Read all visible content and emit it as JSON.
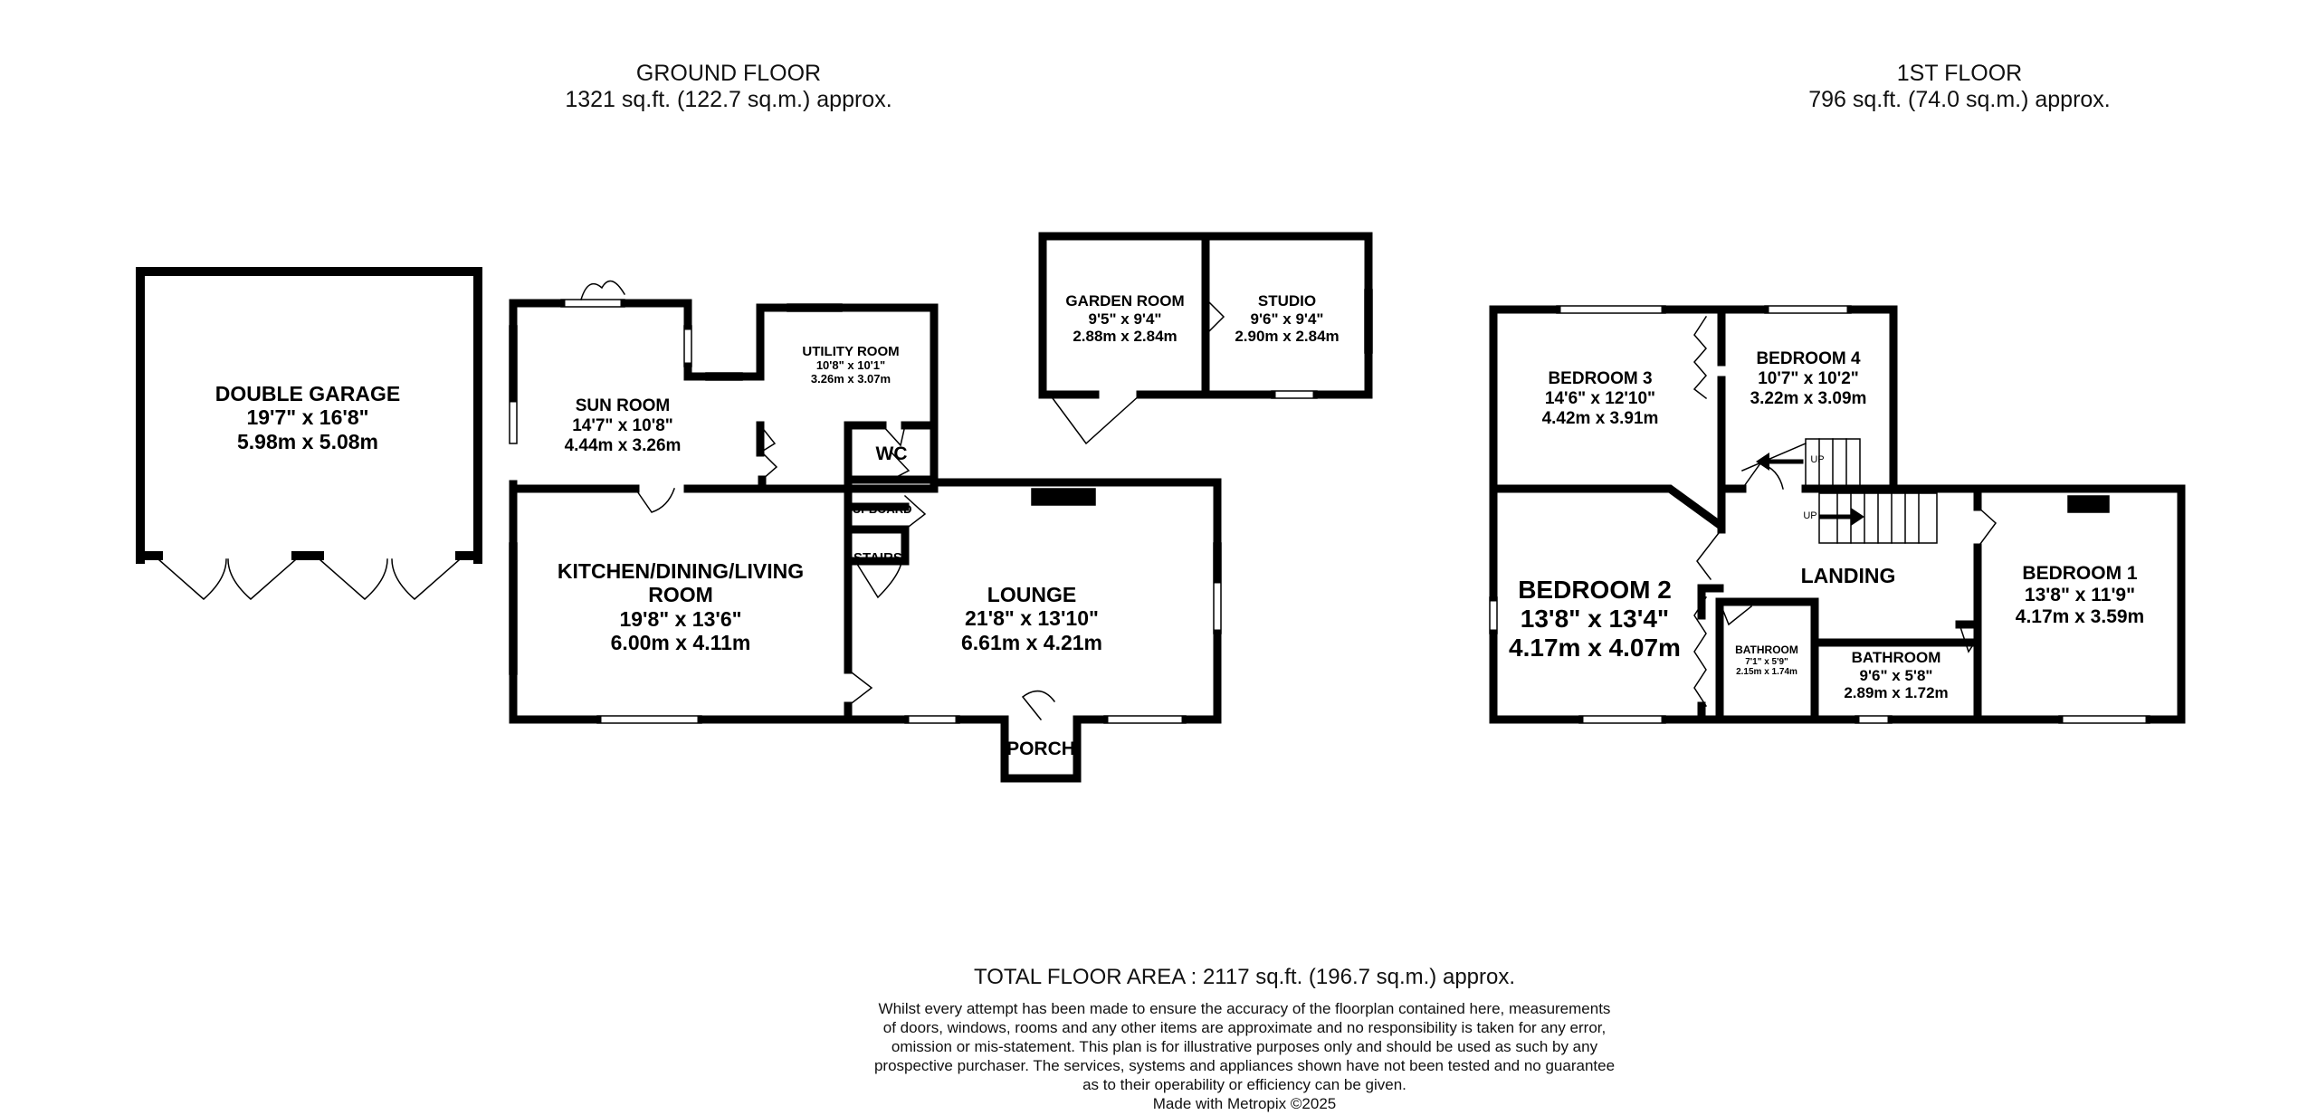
{
  "ground_floor": {
    "title": "GROUND FLOOR",
    "area": "1321 sq.ft. (122.7 sq.m.) approx.",
    "rooms": [
      {
        "id": "double-garage",
        "name": "DOUBLE GARAGE",
        "imperial": "19'7\"  x 16'8\"",
        "metric": "5.98m  x 5.08m"
      },
      {
        "id": "sun-room",
        "name": "SUN ROOM",
        "imperial": "14'7\"  x 10'8\"",
        "metric": "4.44m  x 3.26m"
      },
      {
        "id": "utility-room",
        "name": "UTILITY ROOM",
        "imperial": "10'8\"  x 10'1\"",
        "metric": "3.26m  x 3.07m"
      },
      {
        "id": "wc",
        "name": "WC"
      },
      {
        "id": "cupboard",
        "name": "CUPBOARD"
      },
      {
        "id": "stairs",
        "name": "STAIRS"
      },
      {
        "id": "garden-room",
        "name": "GARDEN ROOM",
        "imperial": "9'5\"  x 9'4\"",
        "metric": "2.88m  x 2.84m"
      },
      {
        "id": "studio",
        "name": "STUDIO",
        "imperial": "9'6\"  x 9'4\"",
        "metric": "2.90m  x 2.84m"
      },
      {
        "id": "kitchen-dining-living",
        "name_line1": "KITCHEN/DINING/LIVING",
        "name_line2": "ROOM",
        "imperial": "19'8\"  x 13'6\"",
        "metric": "6.00m  x 4.11m"
      },
      {
        "id": "lounge",
        "name": "LOUNGE",
        "imperial": "21'8\"  x 13'10\"",
        "metric": "6.61m  x 4.21m"
      },
      {
        "id": "porch",
        "name": "PORCH"
      }
    ]
  },
  "first_floor": {
    "title": "1ST FLOOR",
    "area": "796 sq.ft. (74.0 sq.m.) approx.",
    "rooms": [
      {
        "id": "bedroom-3",
        "name": "BEDROOM 3",
        "imperial": "14'6\"  x 12'10\"",
        "metric": "4.42m  x 3.91m"
      },
      {
        "id": "bedroom-4",
        "name": "BEDROOM 4",
        "imperial": "10'7\"  x 10'2\"",
        "metric": "3.22m  x 3.09m"
      },
      {
        "id": "bedroom-2",
        "name": "BEDROOM 2",
        "imperial": "13'8\"  x 13'4\"",
        "metric": "4.17m  x 4.07m"
      },
      {
        "id": "landing",
        "name": "LANDING"
      },
      {
        "id": "bedroom-1",
        "name": "BEDROOM 1",
        "imperial": "13'8\"  x 11'9\"",
        "metric": "4.17m  x 3.59m"
      },
      {
        "id": "bathroom-small",
        "name": "BATHROOM",
        "imperial": "7'1\"  x 5'9\"",
        "metric": "2.15m  x 1.74m"
      },
      {
        "id": "bathroom",
        "name": "BATHROOM",
        "imperial": "9'6\"  x 5'8\"",
        "metric": "2.89m  x 1.72m"
      }
    ],
    "stair_labels": {
      "up_top": "UP",
      "up_side": "UP"
    }
  },
  "footer": {
    "total": "TOTAL FLOOR AREA : 2117 sq.ft. (196.7 sq.m.) approx.",
    "disclaimer_lines": [
      "Whilst every attempt has been made to ensure the accuracy of the floorplan contained here, measurements",
      "of doors, windows, rooms and any other items are approximate and no responsibility is taken for any error,",
      "omission or mis-statement. This plan is for illustrative purposes only and should be used as such by any",
      "prospective purchaser. The services, systems and appliances shown have not been tested and no guarantee",
      "as to their operability or efficiency can be given."
    ],
    "credit": "Made with Metropix ©2025"
  },
  "colors": {
    "wall": "#000000",
    "background": "#ffffff",
    "text": "#111111"
  }
}
